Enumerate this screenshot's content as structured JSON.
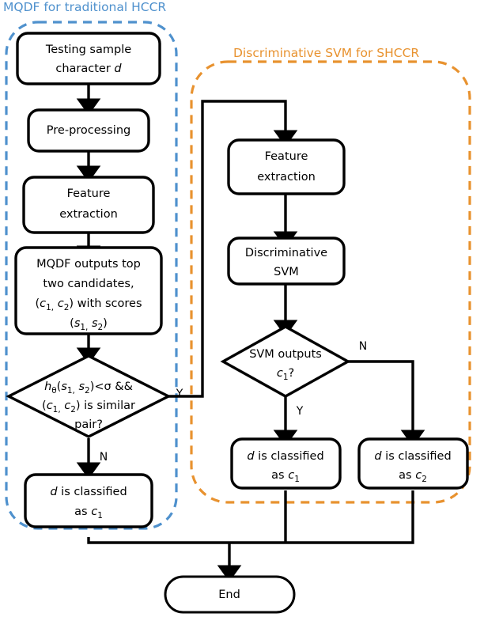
{
  "diagram": {
    "type": "flowchart",
    "title_groups": [
      {
        "id": "mqdf-group",
        "label": "MQDF for traditional HCCR",
        "color": "#4F91CD",
        "style": "dashed-rounded"
      },
      {
        "id": "svm-group",
        "label": "Discriminative SVM for SHCCR",
        "color": "#E8922F",
        "style": "dashed-rounded"
      }
    ],
    "nodes": {
      "testing_sample": {
        "shape": "rounded-rect",
        "line1": "Testing sample",
        "line2_pre": "character ",
        "line2_italic": "d"
      },
      "preprocessing": {
        "shape": "rounded-rect",
        "line1": "Pre-processing"
      },
      "feature_extraction_left": {
        "shape": "rounded-rect",
        "line1": "Feature",
        "line2": "extraction"
      },
      "mqdf_outputs": {
        "shape": "rounded-rect",
        "line1": "MQDF outputs top",
        "line2": "two candidates,",
        "line3_a": "(",
        "line3_c1": "c",
        "line3_c1sub": "1,",
        "line3_b": " ",
        "line3_c2": "c",
        "line3_c2sub": "2",
        "line3_c": ") with scores",
        "line4_a": "(",
        "line4_s1": "s",
        "line4_s1sub": "1,",
        "line4_b": " ",
        "line4_s2": "s",
        "line4_s2sub": "2",
        "line4_c": ")"
      },
      "decision_similar": {
        "shape": "diamond",
        "line1_h": "h",
        "line1_theta": "θ",
        "line1_rest_a": "(",
        "line1_s1": "s",
        "line1_s1sub": "1,",
        "line1_sp": " ",
        "line1_s2": "s",
        "line1_s2sub": "2",
        "line1_rest_b": ")<σ &&",
        "line2_a": "(",
        "line2_c1": "c",
        "line2_c1sub": "1,",
        "line2_sp": " ",
        "line2_c2": "c",
        "line2_c2sub": "2",
        "line2_b": ") is similar",
        "line3": "pair?"
      },
      "classified_left": {
        "shape": "rounded-rect",
        "line1_italic": "d",
        "line1_rest": " is classified",
        "line2_pre": "as ",
        "line2_c": "c",
        "line2_sub": "1"
      },
      "feature_extraction_right": {
        "shape": "rounded-rect",
        "line1": "Feature",
        "line2": "extraction"
      },
      "discriminative_svm": {
        "shape": "rounded-rect",
        "line1": "Discriminative",
        "line2": "SVM"
      },
      "decision_svm": {
        "shape": "diamond",
        "line1": "SVM outputs",
        "line2_c": "c",
        "line2_sub": "1",
        "line2_q": "?"
      },
      "classified_c1": {
        "shape": "rounded-rect",
        "line1_italic": "d",
        "line1_rest": " is classified",
        "line2_pre": "as ",
        "line2_c": "c",
        "line2_sub": "1"
      },
      "classified_c2": {
        "shape": "rounded-rect",
        "line1_italic": "d",
        "line1_rest": " is classified",
        "line2_pre": "as ",
        "line2_c": "c",
        "line2_sub": "2"
      },
      "end": {
        "shape": "stadium",
        "label": "End"
      }
    },
    "edge_labels": {
      "similar_yes": "Y",
      "similar_no": "N",
      "svm_yes": "Y",
      "svm_no": "N"
    },
    "colors": {
      "stroke": "#000000",
      "background": "#ffffff",
      "group_blue": "#4F91CD",
      "group_orange": "#E8922F"
    }
  }
}
